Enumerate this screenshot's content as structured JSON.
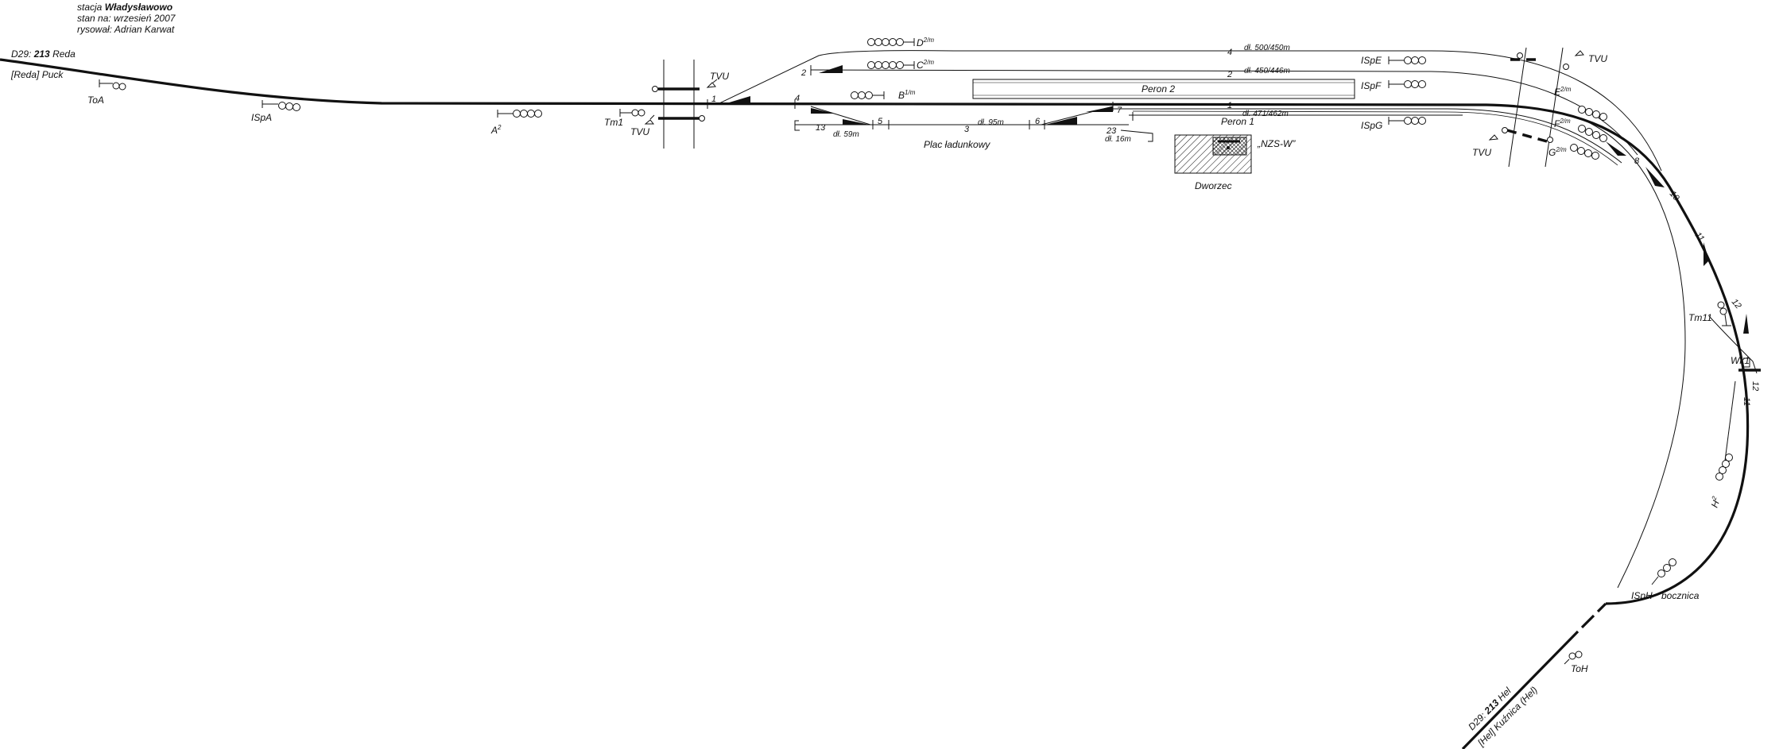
{
  "header": {
    "station_prefix": "stacja",
    "station_name": "Władysławowo",
    "as_of": "stan na: wrzesień 2007",
    "drawn_by": "rysował: Adrian Karwat"
  },
  "routes": {
    "left_code": "D29:",
    "left_number": "213",
    "left_dest": "Reda",
    "left_sub": "[Reda] Puck",
    "bottom_code": "D29:",
    "bottom_number": "213",
    "bottom_dest": "Hel",
    "bottom_sub": "[Hel] Kuźnica (Hel)"
  },
  "signals": {
    "toa": "ToA",
    "ispa": "ISpA",
    "a2": "A",
    "a2_sup": "2",
    "tm1": "Tm1",
    "tvu_left_bottom": "TVU",
    "tvu_left_top": "TVU",
    "b1m": "B",
    "b1m_sup": "1/m",
    "c2m": "C",
    "c2m_sup": "2/m",
    "d2m": "D",
    "d2m_sup": "2/m",
    "ispe": "ISpE",
    "ispf": "ISpF",
    "ispg": "ISpG",
    "tvu_right_top": "TVU",
    "tvu_right_bottom": "TVU",
    "e2m": "E",
    "e2m_sup": "2/m",
    "f2m": "F",
    "f2m_sup": "2/m",
    "g2m": "G",
    "g2m_sup": "2/m",
    "tm11": "Tm11",
    "wk1": "Wk1",
    "h2": "H",
    "h2_sup": "2",
    "isph": "ISpH",
    "toh": "ToH"
  },
  "tracks": {
    "t1": "1",
    "t2": "2",
    "t3": "3",
    "t4": "4",
    "t4b": "4",
    "t5": "5",
    "t6": "6",
    "t7": "7",
    "t8": "8",
    "t10": "10",
    "t11a": "11",
    "t11b": "11",
    "t12a": "12",
    "t12b": "12",
    "t13": "13",
    "t23": "23",
    "t1b": "1",
    "t2b": "2"
  },
  "lengths": {
    "track4": "dł. 500/450m",
    "track2": "dł. 450/446m",
    "track1": "dł. 471/462m",
    "track13": "dł. 59m",
    "track3": "dł. 95m",
    "track23": "dł. 16m"
  },
  "places": {
    "peron2": "Peron 2",
    "peron1": "Peron 1",
    "plac": "Plac ładunkowy",
    "dworzec": "Dworzec",
    "nzs": "„NZS-W”",
    "bocznica": "bocznica"
  }
}
